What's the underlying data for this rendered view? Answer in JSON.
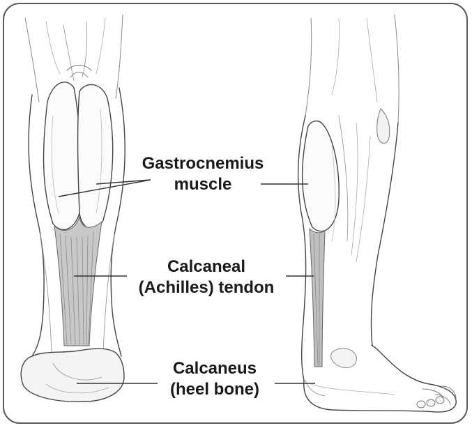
{
  "labels": {
    "gastrocnemius": {
      "line1": "Gastrocnemius",
      "line2": "muscle"
    },
    "achilles": {
      "line1": "Calcaneal",
      "line2": "(Achilles) tendon"
    },
    "calcaneus": {
      "line1": "Calcaneus",
      "line2": "(heel bone)"
    }
  },
  "colors": {
    "frame": "#5a5a5a",
    "line": "#333333",
    "tendon": "#9a9a9a",
    "text": "#1a1a1a"
  }
}
